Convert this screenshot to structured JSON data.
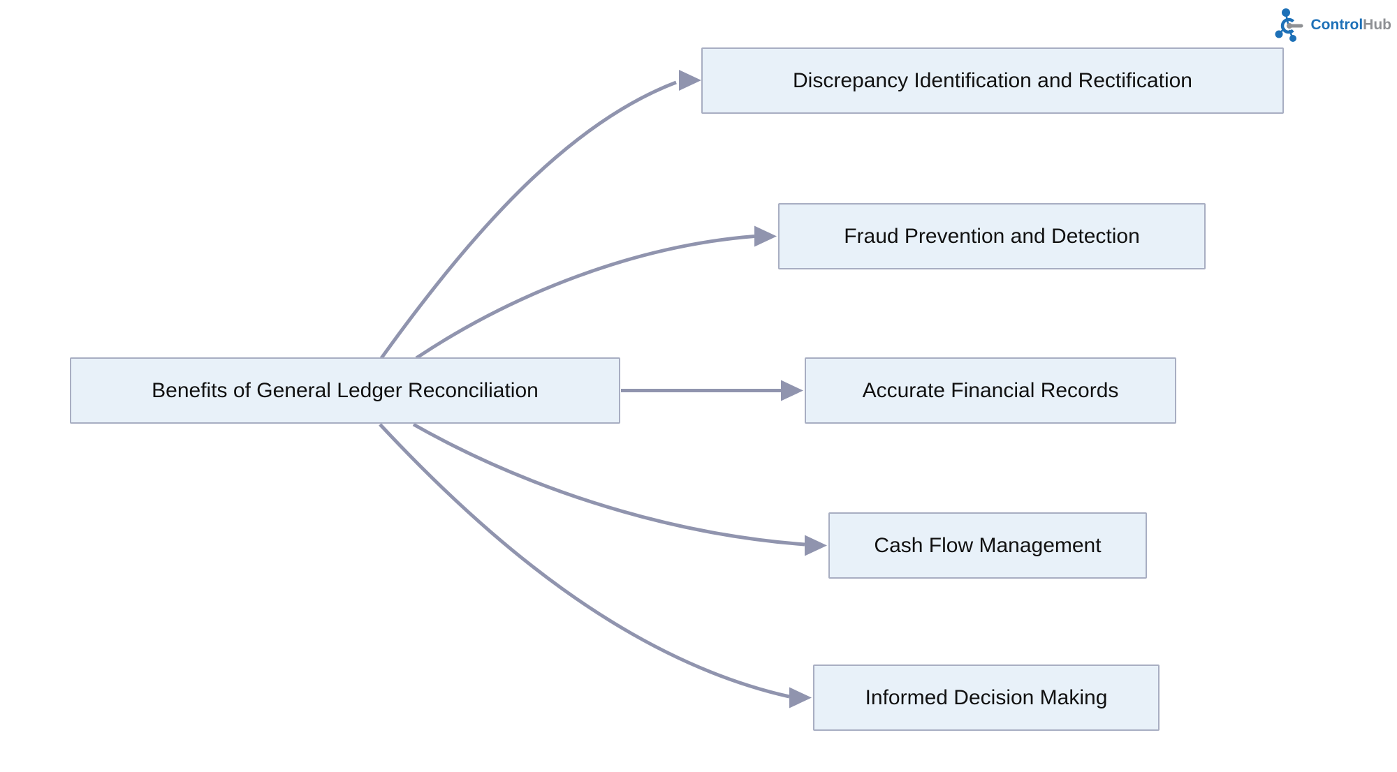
{
  "page": {
    "background_color": "#ffffff"
  },
  "logo": {
    "icon": "controlhub-network-icon",
    "text_primary": "Control",
    "text_secondary": "Hub",
    "primary_color": "#1d70b7",
    "secondary_color": "#8e9094"
  },
  "diagram": {
    "type": "flowchart",
    "direction": "left-to-right",
    "colors": {
      "node_fill": "#e8f1f9",
      "node_border": "#a8aec2",
      "edge": "#9094ae",
      "text": "#111111"
    },
    "root": {
      "label": "Benefits of General Ledger Reconciliation"
    },
    "children": [
      {
        "label": "Discrepancy Identification and Rectification"
      },
      {
        "label": "Fraud Prevention and Detection"
      },
      {
        "label": "Accurate Financial Records"
      },
      {
        "label": "Cash Flow Management"
      },
      {
        "label": "Informed Decision Making"
      }
    ],
    "edges": [
      {
        "from": "Benefits of General Ledger Reconciliation",
        "to": "Discrepancy Identification and Rectification"
      },
      {
        "from": "Benefits of General Ledger Reconciliation",
        "to": "Fraud Prevention and Detection"
      },
      {
        "from": "Benefits of General Ledger Reconciliation",
        "to": "Accurate Financial Records"
      },
      {
        "from": "Benefits of General Ledger Reconciliation",
        "to": "Cash Flow Management"
      },
      {
        "from": "Benefits of General Ledger Reconciliation",
        "to": "Informed Decision Making"
      }
    ]
  }
}
